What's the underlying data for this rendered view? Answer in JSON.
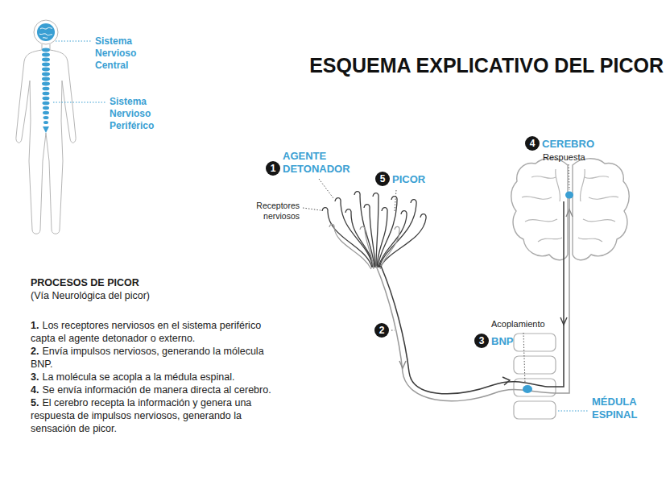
{
  "diagram": {
    "title": "ESQUEMA EXPLICATIVO DEL PICOR",
    "nodes": [
      {
        "text": [
          "1",
          "AGENTE DETONADOR"
        ]
      },
      {
        "text": [
          "5",
          "PICOR"
        ]
      },
      {
        "text": [
          "4",
          "CEREBRO"
        ]
      },
      {
        "text": [
          "2"
        ]
      },
      {
        "text": [
          "3",
          "BNP"
        ]
      }
    ],
    "labels": [
      "Sistema Nervioso Central",
      "Sistema Nervioso Periférico",
      "Receptores nerviosos",
      "Respuesta",
      "Acoplamiento",
      "MÉDULA ESPINAL",
      "PROCESOS DE PICOR",
      "(Vía Neurológica del picor)",
      "1.",
      "Los receptores nerviosos en el sistema periférico capta el agente detonador o externo.",
      "2.",
      "Envía impulsos nerviosos, generando la mólecula BNP.",
      "3.",
      "La molécula se acopla a la médula espinal.",
      "4.",
      "Se envía información de manera directa al cerebro.",
      "5.",
      "El cerebro recepta la información y genera una respuesta de impulsos nerviosos, generando la sensación de picor."
    ]
  }
}
